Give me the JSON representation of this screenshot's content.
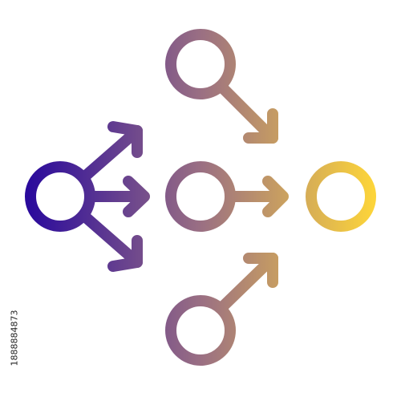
{
  "watermark_text": "",
  "stock_id": "1888884873",
  "colors": {
    "gradient_start": "#2a0a9c",
    "gradient_mid": "#9a6f83",
    "gradient_end": "#fcd43a",
    "background": "#ffffff"
  },
  "icon": {
    "name": "flow-network-icon",
    "description_nodes": [
      "source-node",
      "top-node",
      "middle-node",
      "bottom-node",
      "target-node"
    ]
  }
}
